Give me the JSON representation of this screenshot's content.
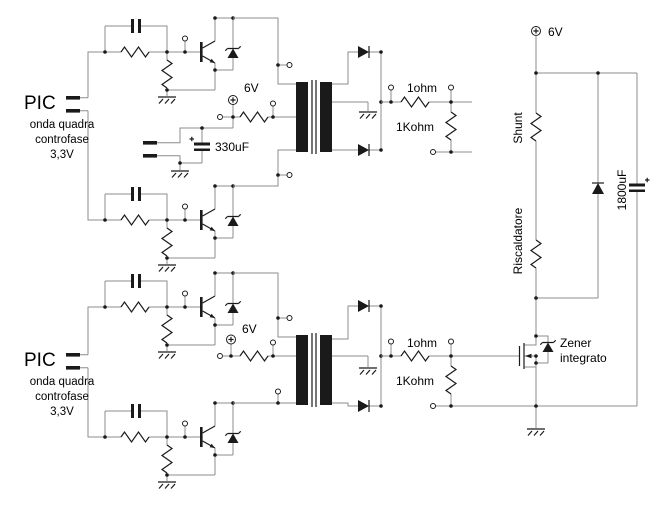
{
  "colors": {
    "ink": "#1a1a1a",
    "wire": "#8c8c8c",
    "background": "#ffffff"
  },
  "labels": {
    "pic1": {
      "title": "PIC",
      "desc1": "onda quadra",
      "desc2": "controfase",
      "desc3": "3,3V"
    },
    "pic2": {
      "title": "PIC",
      "desc1": "onda quadra",
      "desc2": "controfase",
      "desc3": "3,3V"
    },
    "channel1": {
      "supply": "6V",
      "filter_cap": "330uF",
      "series_res": "1ohm",
      "load_res": "1Kohm"
    },
    "channel2": {
      "supply": "6V",
      "series_res": "1ohm",
      "load_res": "1Kohm"
    },
    "power": {
      "supply": "6V",
      "shunt": "Shunt",
      "heater": "Riscaldatore",
      "mosfet_line1": "Zener",
      "mosfet_line2": "integrato",
      "bulk_cap": "1800uF"
    }
  }
}
